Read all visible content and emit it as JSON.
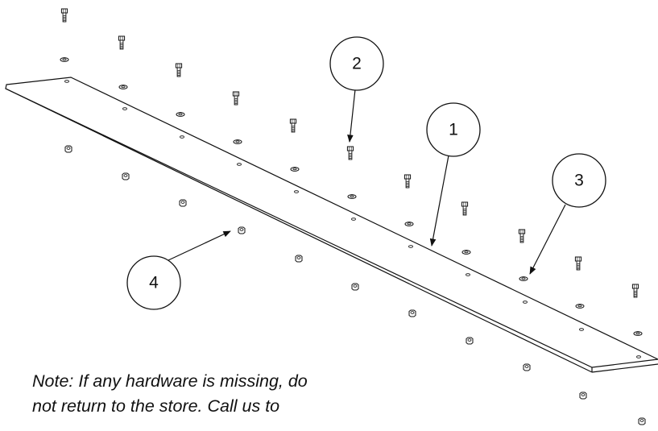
{
  "callouts": [
    {
      "label": "1"
    },
    {
      "label": "2"
    },
    {
      "label": "3"
    },
    {
      "label": "4"
    }
  ],
  "note": {
    "line1": "Note: If any hardware is missing, do",
    "line2": "not return to the store.  Call us to"
  },
  "colors": {
    "ink": "#111111",
    "background": "#ffffff"
  }
}
